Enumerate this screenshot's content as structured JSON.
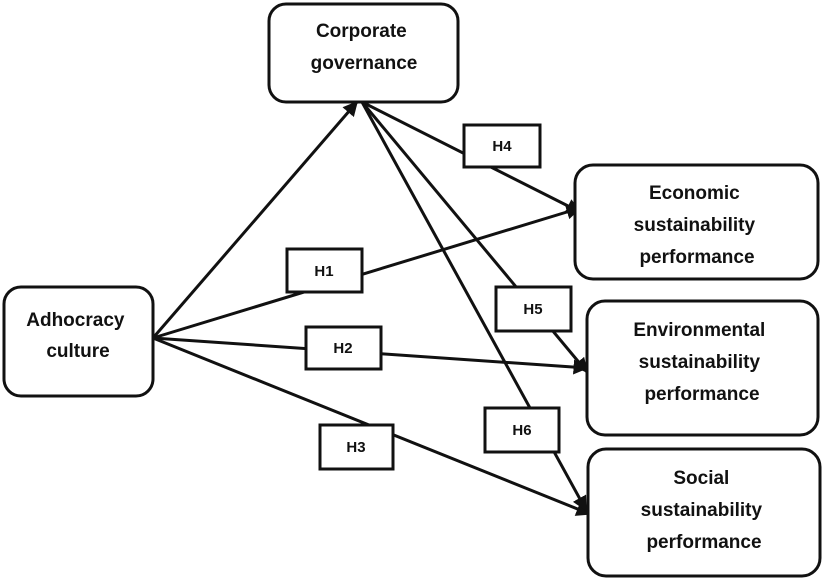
{
  "nodes": {
    "adhocracy": [
      "Adhocracy",
      "culture"
    ],
    "governance": [
      "Corporate",
      "governance"
    ],
    "economic": [
      "Economic",
      "sustainability",
      "performance"
    ],
    "environmental": [
      "Environmental",
      "sustainability",
      "performance"
    ],
    "social": [
      "Social",
      "sustainability",
      "performance"
    ]
  },
  "hypotheses": {
    "h1": "H1",
    "h2": "H2",
    "h3": "H3",
    "h4": "H4",
    "h5": "H5",
    "h6": "H6"
  }
}
